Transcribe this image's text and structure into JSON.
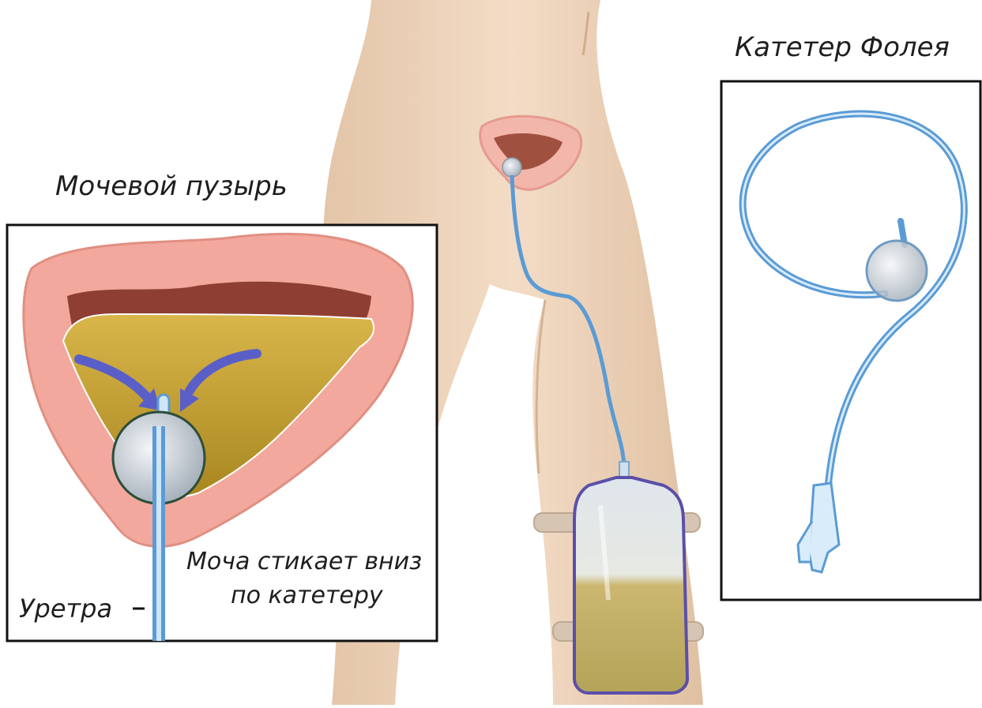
{
  "labels": {
    "bladder": "Мочевой пузырь",
    "foley_catheter": "Катетер Фолея",
    "urine_flow_line1": "Моча стикает вниз",
    "urine_flow_line2": "по катетеру",
    "urethra": "Уретра"
  },
  "colors": {
    "skin": "#efd8c0",
    "bladder_wall": "#f2a89c",
    "bladder_inner": "#a0453a",
    "urine": "#b99a2c",
    "catheter": "#5b9bd5",
    "arrow": "#5a5fc8",
    "frame": "#111111"
  }
}
